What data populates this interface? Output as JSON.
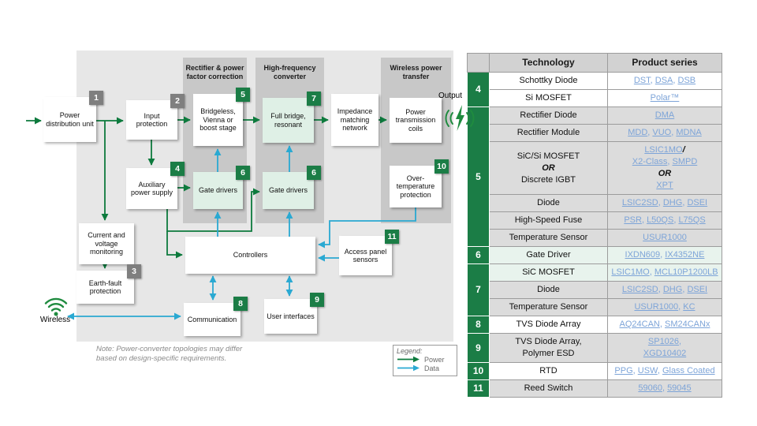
{
  "diagram": {
    "containers": {
      "rect_pfc": "Rectifier & power factor correction",
      "hf_converter": "High-frequency converter",
      "wpt": "Wireless power transfer"
    },
    "boxes": {
      "pdu": {
        "label": "Power distribution unit",
        "badge": "1",
        "badge_style": "gray"
      },
      "input_protection": {
        "label": "Input protection",
        "badge": "2",
        "badge_style": "gray"
      },
      "bridgeless": {
        "label": "Bridgeless, Vienna or boost stage",
        "badge": "5",
        "badge_style": "green"
      },
      "full_bridge": {
        "label": "Full bridge, resonant",
        "badge": "7",
        "badge_style": "green"
      },
      "impedance": {
        "label": "Impedance matching network"
      },
      "coils": {
        "label": "Power transmission coils"
      },
      "aux_power": {
        "label": "Auxiliary power supply",
        "badge": "4",
        "badge_style": "green"
      },
      "gate_drivers_pfc": {
        "label": "Gate drivers",
        "badge": "6",
        "badge_style": "green"
      },
      "gate_drivers_hf": {
        "label": "Gate drivers",
        "badge": "6",
        "badge_style": "green"
      },
      "over_temp": {
        "label": "Over-temperature protection",
        "badge": "10",
        "badge_style": "green"
      },
      "cv_monitoring": {
        "label": "Current and voltage monitoring"
      },
      "earth_fault": {
        "label": "Earth-fault protection",
        "badge": "3",
        "badge_style": "gray"
      },
      "controllers": {
        "label": "Controllers"
      },
      "access_panel": {
        "label": "Access panel sensors",
        "badge": "11",
        "badge_style": "green"
      },
      "communication": {
        "label": "Communication",
        "badge": "8",
        "badge_style": "green"
      },
      "user_interfaces": {
        "label": "User interfaces",
        "badge": "9",
        "badge_style": "green"
      }
    },
    "labels": {
      "output": "Output",
      "wireless": "Wireless"
    },
    "note": {
      "line1": "Note: Power-converter topologies may differ",
      "line2": "based on design-specific requirements."
    },
    "legend": {
      "title": "Legend:",
      "power": "Power",
      "data": "Data"
    },
    "colors": {
      "power_arrow": "#0d7a3d",
      "data_arrow": "#2aa9d2",
      "badge_green": "#1b7d46",
      "badge_gray": "#7f7f7f",
      "link": "#7da4d8"
    }
  },
  "table": {
    "headers": [
      "Technology",
      "Product series"
    ],
    "groups": [
      {
        "num": "4",
        "rows": [
          {
            "tint": "w",
            "tech": [
              {
                "t": "Schottky Diode"
              }
            ],
            "products": [
              [
                {
                  "t": "DST",
                  "l": true
                },
                {
                  "t": ", "
                },
                {
                  "t": "DSA",
                  "l": true
                },
                {
                  "t": ", "
                },
                {
                  "t": "DSB",
                  "l": true
                }
              ]
            ]
          },
          {
            "tint": "w",
            "tech": [
              {
                "t": "Si MOSFET"
              }
            ],
            "products": [
              [
                {
                  "t": "Polar™",
                  "l": true
                }
              ]
            ]
          }
        ]
      },
      {
        "num": "5",
        "rows": [
          {
            "tint": "g",
            "tech": [
              {
                "t": "Rectifier Diode"
              }
            ],
            "products": [
              [
                {
                  "t": "DMA",
                  "l": true
                }
              ]
            ]
          },
          {
            "tint": "g",
            "tech": [
              {
                "t": "Rectifier Module"
              }
            ],
            "products": [
              [
                {
                  "t": "MDD",
                  "l": true
                },
                {
                  "t": ", "
                },
                {
                  "t": "VUO",
                  "l": true
                },
                {
                  "t": ", "
                },
                {
                  "t": "MDNA",
                  "l": true
                }
              ]
            ]
          },
          {
            "tint": "g",
            "tech": [
              {
                "t": "SiC/Si MOSFET"
              },
              {
                "t": "OR",
                "b": true
              },
              {
                "t": "Discrete IGBT"
              }
            ],
            "products": [
              [
                {
                  "t": "LSIC1MO",
                  "l": true
                },
                {
                  "t": "/",
                  "b": true
                }
              ],
              [
                {
                  "t": "X2-Class",
                  "l": true
                },
                {
                  "t": ", "
                },
                {
                  "t": "SMPD",
                  "l": true
                }
              ],
              [
                {
                  "t": "OR",
                  "b": true
                }
              ],
              [
                {
                  "t": "XPT",
                  "l": true
                }
              ]
            ]
          },
          {
            "tint": "g",
            "tech": [
              {
                "t": "Diode"
              }
            ],
            "products": [
              [
                {
                  "t": "LSIC2SD",
                  "l": true
                },
                {
                  "t": ", "
                },
                {
                  "t": "DHG",
                  "l": true
                },
                {
                  "t": ", "
                },
                {
                  "t": "DSEI",
                  "l": true
                }
              ]
            ]
          },
          {
            "tint": "g",
            "tech": [
              {
                "t": "High-Speed Fuse"
              }
            ],
            "products": [
              [
                {
                  "t": "PSR",
                  "l": true
                },
                {
                  "t": ", "
                },
                {
                  "t": "L50QS",
                  "l": true
                },
                {
                  "t": ", "
                },
                {
                  "t": "L75QS",
                  "l": true
                }
              ]
            ]
          },
          {
            "tint": "g",
            "tech": [
              {
                "t": "Temperature Sensor"
              }
            ],
            "products": [
              [
                {
                  "t": "USUR1000",
                  "l": true
                }
              ]
            ]
          }
        ]
      },
      {
        "num": "6",
        "rows": [
          {
            "tint": "t",
            "tech": [
              {
                "t": "Gate Driver"
              }
            ],
            "products": [
              [
                {
                  "t": "IXDN609",
                  "l": true
                },
                {
                  "t": ", "
                },
                {
                  "t": "IX4352NE",
                  "l": true
                }
              ]
            ]
          }
        ]
      },
      {
        "num": "7",
        "rows": [
          {
            "tint": "t",
            "tech": [
              {
                "t": "SiC MOSFET"
              }
            ],
            "products": [
              [
                {
                  "t": "LSIC1MO",
                  "l": true
                },
                {
                  "t": ", "
                },
                {
                  "t": "MCL10P1200LB",
                  "l": true
                }
              ]
            ]
          },
          {
            "tint": "g",
            "tech": [
              {
                "t": "Diode"
              }
            ],
            "products": [
              [
                {
                  "t": "LSIC2SD",
                  "l": true
                },
                {
                  "t": ", "
                },
                {
                  "t": "DHG",
                  "l": true
                },
                {
                  "t": ", "
                },
                {
                  "t": "DSEI",
                  "l": true
                }
              ]
            ]
          },
          {
            "tint": "g",
            "tech": [
              {
                "t": "Temperature Sensor"
              }
            ],
            "products": [
              [
                {
                  "t": "USUR1000",
                  "l": true
                },
                {
                  "t": ", "
                },
                {
                  "t": "KC",
                  "l": true
                }
              ]
            ]
          }
        ]
      },
      {
        "num": "8",
        "rows": [
          {
            "tint": "w",
            "tech": [
              {
                "t": "TVS Diode Array"
              }
            ],
            "products": [
              [
                {
                  "t": "AQ24CAN",
                  "l": true
                },
                {
                  "t": ", "
                },
                {
                  "t": "SM24CANx",
                  "l": true
                }
              ]
            ]
          }
        ]
      },
      {
        "num": "9",
        "rows": [
          {
            "tint": "g",
            "tech": [
              {
                "t": "TVS Diode Array,"
              },
              {
                "t": "Polymer ESD"
              }
            ],
            "products": [
              [
                {
                  "t": "SP1026",
                  "l": true
                },
                {
                  "t": ","
                }
              ],
              [
                {
                  "t": "XGD10402",
                  "l": true
                }
              ]
            ]
          }
        ]
      },
      {
        "num": "10",
        "rows": [
          {
            "tint": "w",
            "tech": [
              {
                "t": "RTD"
              }
            ],
            "products": [
              [
                {
                  "t": "PPG",
                  "l": true
                },
                {
                  "t": ", "
                },
                {
                  "t": "USW",
                  "l": true
                },
                {
                  "t": ", "
                },
                {
                  "t": "Glass Coated",
                  "l": true
                }
              ]
            ]
          }
        ]
      },
      {
        "num": "11",
        "rows": [
          {
            "tint": "g",
            "tech": [
              {
                "t": "Reed Switch"
              }
            ],
            "products": [
              [
                {
                  "t": "59060",
                  "l": true
                },
                {
                  "t": ", "
                },
                {
                  "t": "59045",
                  "l": true
                }
              ]
            ]
          }
        ]
      }
    ]
  }
}
